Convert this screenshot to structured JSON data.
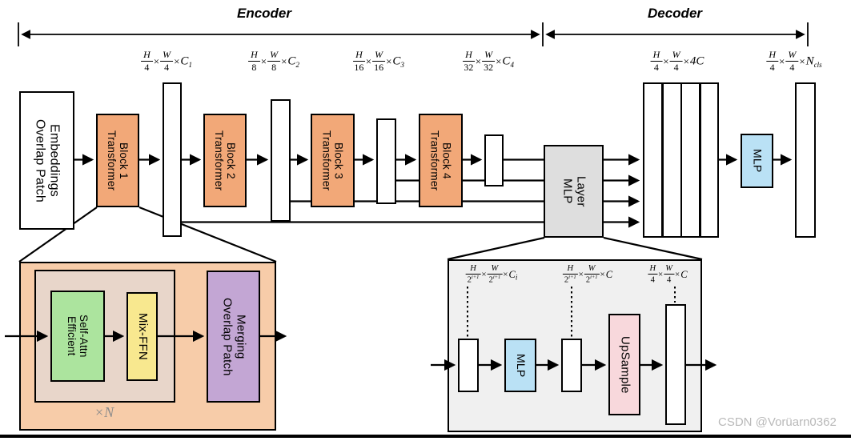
{
  "colors": {
    "block_orange": "#F2A878",
    "detail_peach": "#F7CCA9",
    "detail_tan": "#E8D6CA",
    "attn_green": "#ACE49E",
    "ffn_yellow": "#F8E88F",
    "merge_purple": "#C3A6D4",
    "mlp_layer_gray": "#DEDEDE",
    "decoder_detail_gray": "#F0F0F0",
    "mlp_blue": "#BAE1F5",
    "upsample_pink": "#F8D8DC"
  },
  "ruler": {
    "encoder": "Encoder",
    "decoder": "Decoder"
  },
  "dim_labels": [
    {
      "h": "H",
      "h_den": "4",
      "h_sup": "",
      "w": "W",
      "w_den": "4",
      "w_sup": "",
      "times": "×",
      "suffix": "C",
      "sub": "1"
    },
    {
      "h": "H",
      "h_den": "8",
      "h_sup": "",
      "w": "W",
      "w_den": "8",
      "w_sup": "",
      "times": "×",
      "suffix": "C",
      "sub": "2"
    },
    {
      "h": "H",
      "h_den": "16",
      "h_sup": "",
      "w": "W",
      "w_den": "16",
      "w_sup": "",
      "times": "×",
      "suffix": "C",
      "sub": "3"
    },
    {
      "h": "H",
      "h_den": "32",
      "h_sup": "",
      "w": "W",
      "w_den": "32",
      "w_sup": "",
      "times": "×",
      "suffix": "C",
      "sub": "4"
    },
    {
      "h": "H",
      "h_den": "4",
      "h_sup": "",
      "w": "W",
      "w_den": "4",
      "w_sup": "",
      "times": "×",
      "suffix": "4C",
      "sub": ""
    },
    {
      "h": "H",
      "h_den": "4",
      "h_sup": "",
      "w": "W",
      "w_den": "4",
      "w_sup": "",
      "times": "×",
      "suffix": "N",
      "sub": "cls"
    }
  ],
  "encoder": {
    "overlap_patch_embeddings": "Overlap Patch\nEmbeddings",
    "block1": "Transformer\nBlock 1",
    "block2": "Transformer\nBlock 2",
    "block3": "Transformer\nBlock 3",
    "block4": "Transformer\nBlock 4"
  },
  "decoder": {
    "mlp_layer": "MLP\nLayer",
    "mlp": "MLP"
  },
  "block_detail": {
    "efficient_self_attn": "Efficient\nSelf-Attn",
    "mix_ffn": "Mix-FFN",
    "overlap_patch_merging": "Overlap Patch\nMerging",
    "repeat": "×N"
  },
  "decoder_detail": {
    "mlp": "MLP",
    "upsample": "UpSample",
    "labels": [
      {
        "h": "H",
        "h_den": "2",
        "h_sup": "i+1",
        "w": "W",
        "w_den": "2",
        "w_sup": "i+1",
        "times": "×",
        "suffix": "C",
        "sub": "i"
      },
      {
        "h": "H",
        "h_den": "2",
        "h_sup": "i+1",
        "w": "W",
        "w_den": "2",
        "w_sup": "i+1",
        "times": "×",
        "suffix": "C",
        "sub": ""
      },
      {
        "h": "H",
        "h_den": "4",
        "h_sup": "",
        "w": "W",
        "w_den": "4",
        "w_sup": "",
        "times": "×",
        "suffix": "C",
        "sub": ""
      }
    ]
  },
  "watermark": "CSDN @Vorüarn0362"
}
